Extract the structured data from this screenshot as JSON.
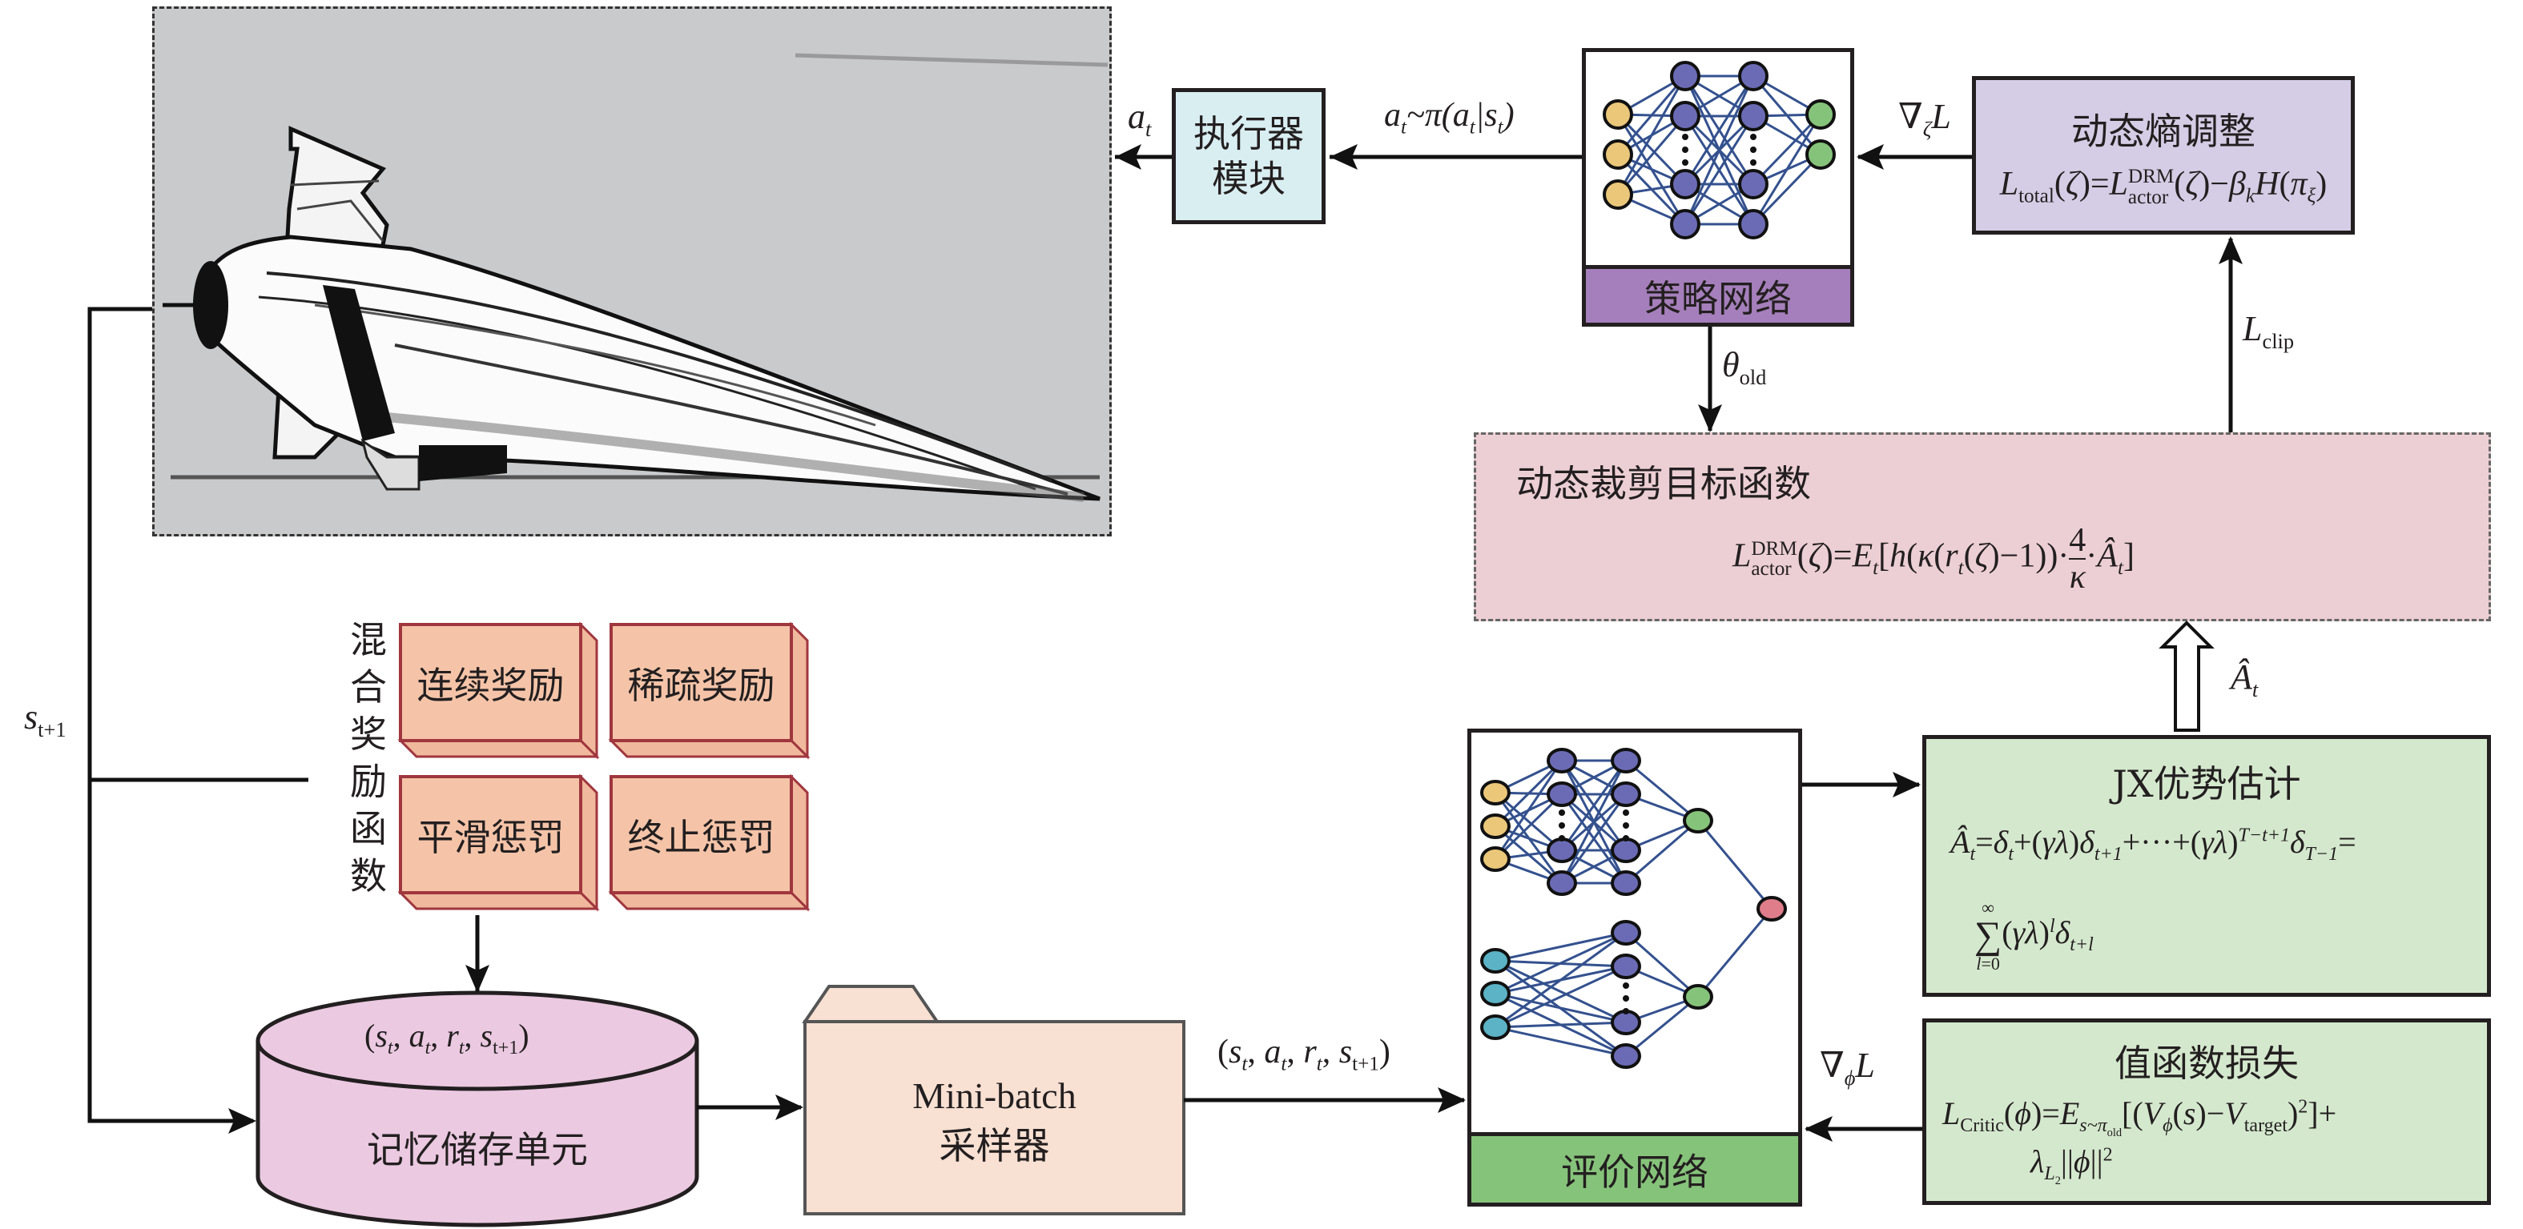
{
  "environment": {
    "label": "hypersonic-aircraft-environment",
    "state_next_label": "s",
    "state_next_sub": "t+1",
    "action_out_label": "a",
    "action_out_sub": "t"
  },
  "executor": {
    "line1": "执行器",
    "line2": "模块"
  },
  "policy_sample": {
    "text": "a",
    "sub": "t",
    "rest": "~π(a",
    "sub2": "t",
    "bar": "|s",
    "sub3": "t",
    "close": ")"
  },
  "policy_net": {
    "label": "策略网络"
  },
  "entropy": {
    "title": "动态熵调整",
    "grad_label": "∇",
    "grad_sub": "ζ",
    "grad_L": "L"
  },
  "theta_old": {
    "symbol": "θ",
    "sub": "old"
  },
  "l_clip": {
    "symbol": "L",
    "sub": "clip"
  },
  "clip_objective": {
    "title": "动态裁剪目标函数"
  },
  "advantage_arrow": {
    "symbol": "Â",
    "sub": "t"
  },
  "jx_advantage": {
    "title": "JX优势估计"
  },
  "value_loss": {
    "title": "值函数损失",
    "grad_label": "∇",
    "grad_sub": "ϕ",
    "grad_L": "L"
  },
  "critic_net": {
    "label": "评价网络"
  },
  "reward": {
    "vertical_title": [
      "混",
      "合",
      "奖",
      "励",
      "函",
      "数"
    ],
    "blocks": [
      "连续奖励",
      "稀疏奖励",
      "平滑惩罚",
      "终止惩罚"
    ]
  },
  "memory": {
    "tuple": "(s_t, a_t, r_t, s_t+1)",
    "label": "记忆储存单元"
  },
  "sampler": {
    "line1": "Mini-batch",
    "line2": "采样器"
  },
  "batch_tuple": {
    "label": "(s_t, a_t, r_t, s_t+1)"
  },
  "colors": {
    "env_bg": "#c9cacc",
    "executor_bg": "#d9eef1",
    "policy_footer": "#a57fbb",
    "entropy_bg": "#d4cde5",
    "clip_bg": "#eccfd4",
    "advantage_bg": "#d4e8cd",
    "critic_footer": "#86c37a",
    "reward_block": "#f5c4a8",
    "reward_edge": "#a0363e",
    "memory_bg": "#ebc9e1",
    "sampler_bg": "#f8e0d2",
    "node_input": "#ebc77a",
    "node_hidden": "#6b6bb5",
    "node_output": "#86c37a",
    "node_input_critic2": "#5bb3c5",
    "node_final": "#e07d8b",
    "edge": "#34518e"
  }
}
